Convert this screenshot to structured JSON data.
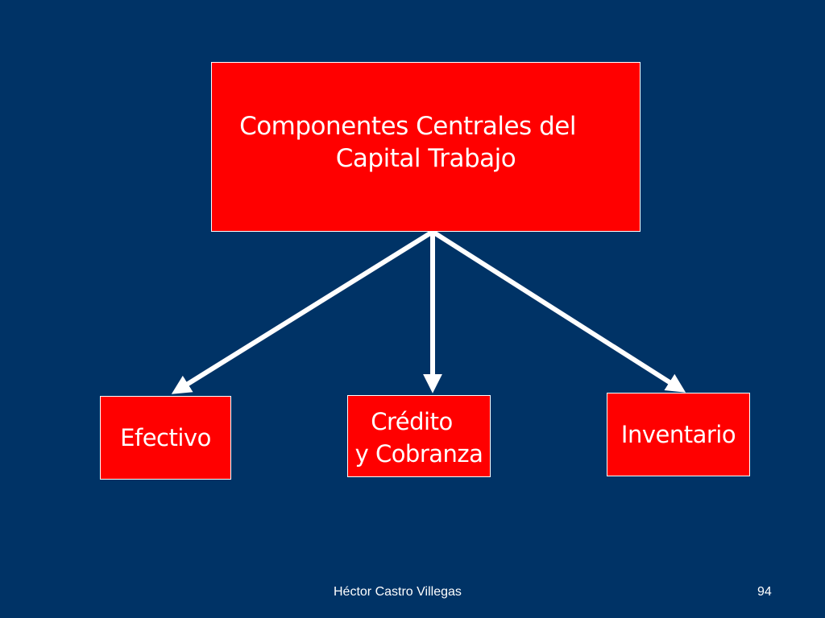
{
  "diagram": {
    "root": {
      "line1": "Componentes Centrales del",
      "line2": "Capital Trabajo"
    },
    "children": {
      "efectivo": "Efectivo",
      "credito_line1": "Crédito",
      "credito_line2": "y Cobranza",
      "inventario": "Inventario"
    },
    "colors": {
      "background": "#003366",
      "box_fill": "#ff0000",
      "box_border": "#ffffff",
      "arrow": "#ffffff",
      "text": "#ffffff"
    }
  },
  "footer": {
    "author": "Héctor Castro Villegas",
    "page_number": "94"
  }
}
